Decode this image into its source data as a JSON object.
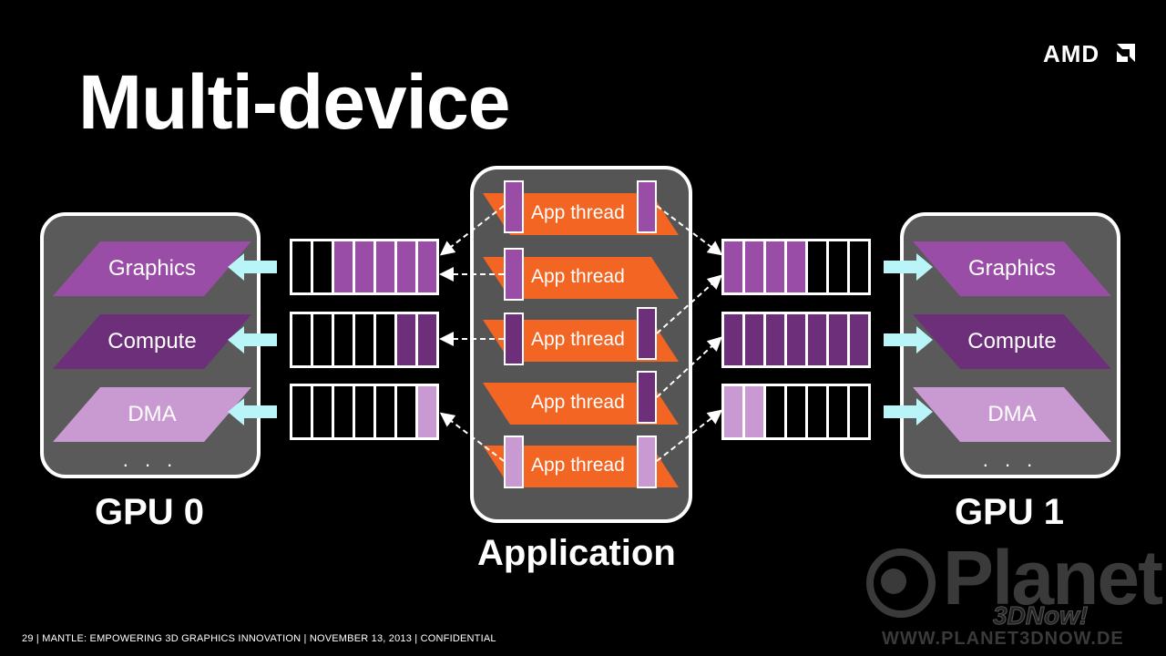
{
  "slide": {
    "title": "Multi-device",
    "logo": "AMD",
    "logo_icon": "amd-arrow-icon"
  },
  "gpu0": {
    "label": "GPU 0",
    "engines": [
      {
        "name": "Graphics",
        "color": "#9a4da6"
      },
      {
        "name": "Compute",
        "color": "#6e2f7a"
      },
      {
        "name": "DMA",
        "color": "#c99ad1"
      }
    ],
    "more": ". . ."
  },
  "gpu1": {
    "label": "GPU 1",
    "engines": [
      {
        "name": "Graphics",
        "color": "#9a4da6"
      },
      {
        "name": "Compute",
        "color": "#6e2f7a"
      },
      {
        "name": "DMA",
        "color": "#c99ad1"
      }
    ],
    "more": ". . ."
  },
  "application": {
    "label": "Application",
    "threads": [
      {
        "label": "App thread"
      },
      {
        "label": "App thread"
      },
      {
        "label": "App thread"
      },
      {
        "label": "App thread"
      },
      {
        "label": "App thread"
      }
    ]
  },
  "colors": {
    "graphics": "#9a4da6",
    "compute": "#6e2f7a",
    "dma": "#c99ad1",
    "thread": "#f26522",
    "arrow": "#b8f4f8",
    "box_fill": "#5a5a5a"
  },
  "footer": {
    "text": "29  |  MANTLE: EMPOWERING 3D GRAPHICS INNOVATION  |  NOVEMBER 13, 2013  |  CONFIDENTIAL"
  },
  "watermark": {
    "brand": "Planet",
    "sub": "3DNow!",
    "url": "WWW.PLANET3DNOW.DE"
  }
}
